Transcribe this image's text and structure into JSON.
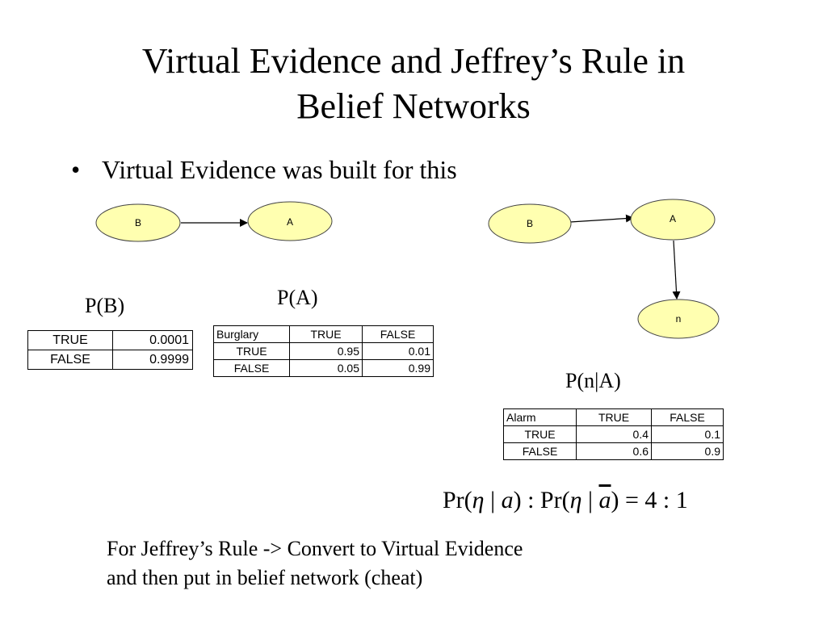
{
  "slide": {
    "title_line1": "Virtual Evidence and Jeffrey’s Rule in",
    "title_line2": "Belief Networks",
    "bullet_text": "Virtual Evidence was built for this",
    "bullet_symbol": "•"
  },
  "network_left": {
    "node_b": "B",
    "node_a": "A"
  },
  "network_right": {
    "node_b": "B",
    "node_a": "A",
    "node_n": "n"
  },
  "node_fill": "#ffffb0",
  "pb_table": {
    "title": "P(B)",
    "rows": [
      [
        "TRUE",
        "0.0001"
      ],
      [
        "FALSE",
        "0.9999"
      ]
    ]
  },
  "pa_table": {
    "title": "P(A)",
    "header": [
      "Burglary",
      "TRUE",
      "FALSE"
    ],
    "rows": [
      [
        "TRUE",
        "0.95",
        "0.01"
      ],
      [
        "FALSE",
        "0.05",
        "0.99"
      ]
    ]
  },
  "pna_table": {
    "title": "P(n|A)",
    "header": [
      "Alarm",
      "TRUE",
      "FALSE"
    ],
    "rows": [
      [
        "TRUE",
        "0.4",
        "0.1"
      ],
      [
        "FALSE",
        "0.6",
        "0.9"
      ]
    ]
  },
  "formula": {
    "pr1": "Pr(",
    "eta1": "η",
    "bar1": " | ",
    "a1": "a",
    "mid": ") : Pr(",
    "eta2": "η",
    "bar2": " | ",
    "a2": "a",
    "end": ") = 4 : 1"
  },
  "note": {
    "line1": "For Jeffrey’s Rule -> Convert to Virtual Evidence",
    "line2": "and then put in belief network (cheat)"
  }
}
